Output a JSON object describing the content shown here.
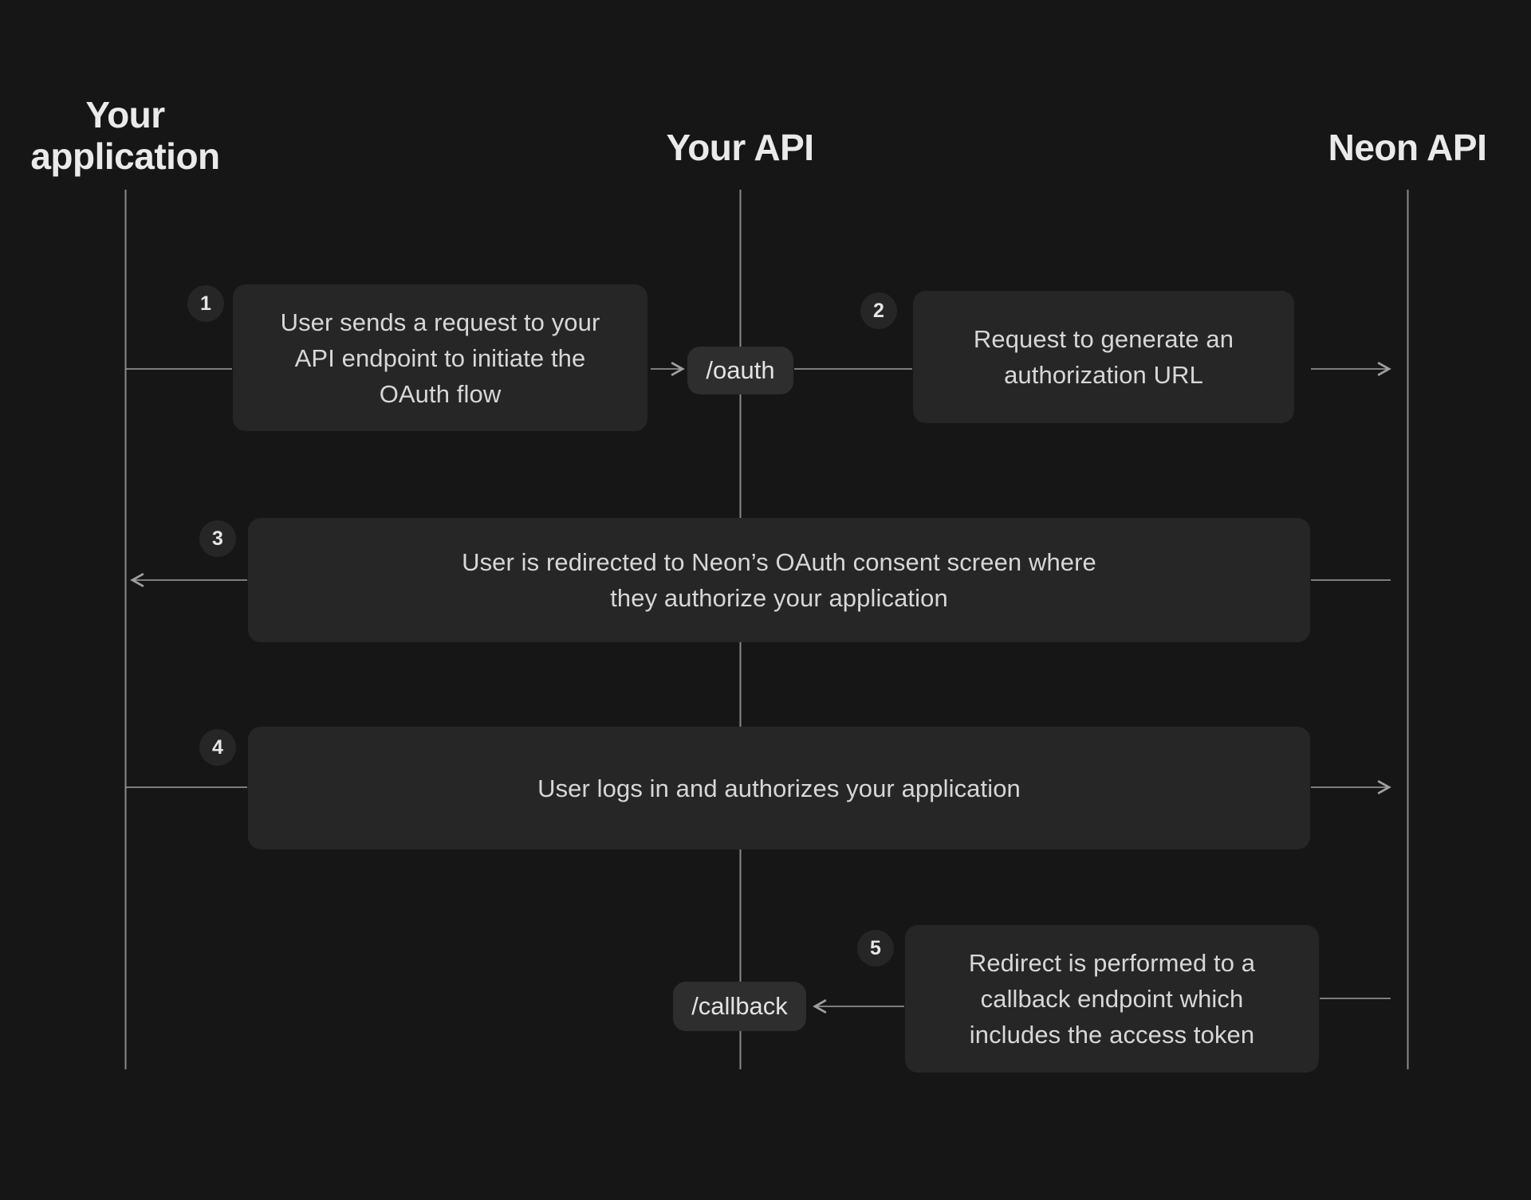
{
  "diagram": {
    "lanes": [
      {
        "id": "your-application",
        "lines": [
          "Your",
          "application"
        ]
      },
      {
        "id": "your-api",
        "lines": [
          "Your API"
        ]
      },
      {
        "id": "neon-api",
        "lines": [
          "Neon API"
        ]
      }
    ],
    "endpoints": {
      "oauth": "/oauth",
      "callback": "/callback"
    },
    "steps": [
      {
        "number": "1",
        "lines": [
          "User sends a request to your",
          "API endpoint to initiate the",
          "OAuth flow"
        ]
      },
      {
        "number": "2",
        "lines": [
          "Request to generate an",
          "authorization URL"
        ]
      },
      {
        "number": "3",
        "lines": [
          "User is redirected to Neon’s OAuth consent screen where",
          "they authorize your application"
        ]
      },
      {
        "number": "4",
        "lines": [
          "User logs in and authorizes your application"
        ]
      },
      {
        "number": "5",
        "lines": [
          "Redirect is performed to a",
          "callback endpoint which",
          "includes the access token"
        ]
      }
    ],
    "colors": {
      "background": "#161616",
      "surface": "#262626",
      "pill": "#2e2e2e",
      "lifeline": "#8a8a8a",
      "connector": "#9f9f9f",
      "text": "#d7d7d7",
      "heading": "#eaeaea"
    }
  }
}
